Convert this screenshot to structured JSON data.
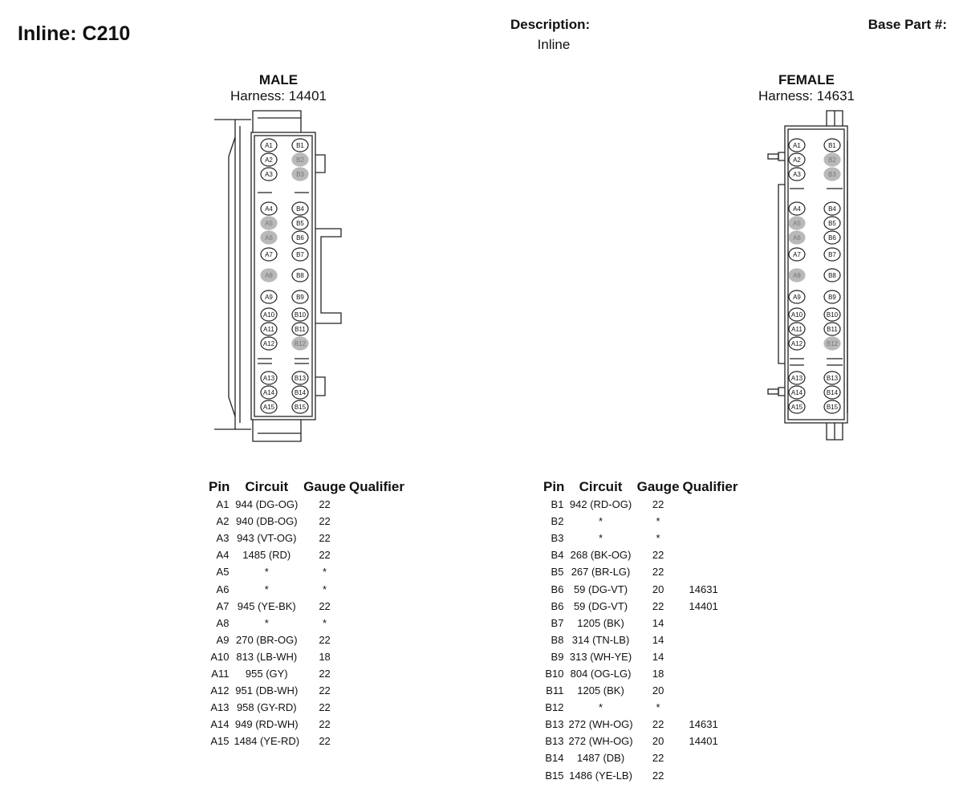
{
  "header": {
    "title": "Inline: C210",
    "description_label": "Description:",
    "description_value": "Inline",
    "base_part_label": "Base Part #:"
  },
  "colors": {
    "filled_pin": "#b9b9b9",
    "outline": "#222222"
  },
  "male": {
    "gender": "MALE",
    "harness": "Harness: 14401",
    "filled": [
      "B2",
      "B3",
      "A5",
      "A6",
      "A8",
      "B12"
    ],
    "table": {
      "headers": [
        "Pin",
        "Circuit",
        "Gauge",
        "Qualifier"
      ],
      "rows": [
        [
          "A1",
          "944 (DG-OG)",
          "22",
          ""
        ],
        [
          "A2",
          "940 (DB-OG)",
          "22",
          ""
        ],
        [
          "A3",
          "943 (VT-OG)",
          "22",
          ""
        ],
        [
          "A4",
          "1485 (RD)",
          "22",
          ""
        ],
        [
          "A5",
          "*",
          "*",
          ""
        ],
        [
          "A6",
          "*",
          "*",
          ""
        ],
        [
          "A7",
          "945 (YE-BK)",
          "22",
          ""
        ],
        [
          "A8",
          "*",
          "*",
          ""
        ],
        [
          "A9",
          "270 (BR-OG)",
          "22",
          ""
        ],
        [
          "A10",
          "813 (LB-WH)",
          "18",
          ""
        ],
        [
          "A11",
          "955 (GY)",
          "22",
          ""
        ],
        [
          "A12",
          "951 (DB-WH)",
          "22",
          ""
        ],
        [
          "A13",
          "958 (GY-RD)",
          "22",
          ""
        ],
        [
          "A14",
          "949 (RD-WH)",
          "22",
          ""
        ],
        [
          "A15",
          "1484 (YE-RD)",
          "22",
          ""
        ]
      ]
    }
  },
  "female": {
    "gender": "FEMALE",
    "harness": "Harness: 14631",
    "filled": [
      "B2",
      "B3",
      "A5",
      "A6",
      "A8",
      "B12"
    ],
    "table": {
      "headers": [
        "Pin",
        "Circuit",
        "Gauge",
        "Qualifier"
      ],
      "rows": [
        [
          "B1",
          "942 (RD-OG)",
          "22",
          ""
        ],
        [
          "B2",
          "*",
          "*",
          ""
        ],
        [
          "B3",
          "*",
          "*",
          ""
        ],
        [
          "B4",
          "268 (BK-OG)",
          "22",
          ""
        ],
        [
          "B5",
          "267 (BR-LG)",
          "22",
          ""
        ],
        [
          "B6",
          "59 (DG-VT)",
          "20",
          "14631"
        ],
        [
          "B6",
          "59 (DG-VT)",
          "22",
          "14401"
        ],
        [
          "B7",
          "1205 (BK)",
          "14",
          ""
        ],
        [
          "B8",
          "314 (TN-LB)",
          "14",
          ""
        ],
        [
          "B9",
          "313 (WH-YE)",
          "14",
          ""
        ],
        [
          "B10",
          "804 (OG-LG)",
          "18",
          ""
        ],
        [
          "B11",
          "1205 (BK)",
          "20",
          ""
        ],
        [
          "B12",
          "*",
          "*",
          ""
        ],
        [
          "B13",
          "272 (WH-OG)",
          "22",
          "14631"
        ],
        [
          "B13",
          "272 (WH-OG)",
          "20",
          "14401"
        ],
        [
          "B14",
          "1487 (DB)",
          "22",
          ""
        ],
        [
          "B15",
          "1486 (YE-LB)",
          "22",
          ""
        ]
      ]
    }
  }
}
